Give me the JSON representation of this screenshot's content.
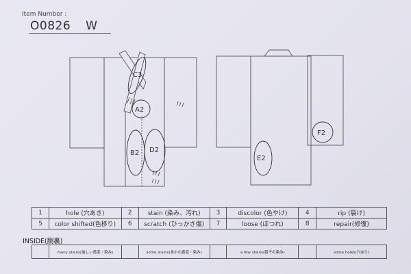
{
  "header": {
    "item_number_label": "Item Number :",
    "item_code": "O0826",
    "item_suffix": "W"
  },
  "annotations": {
    "front": [
      "C3",
      "A2",
      "B2",
      "D2"
    ],
    "back": [
      "E2",
      "F2"
    ]
  },
  "legend": [
    {
      "num": "1",
      "label": "hole (穴あき)"
    },
    {
      "num": "2",
      "label": "stain (染み、汚れ)"
    },
    {
      "num": "3",
      "label": "discolor (色やけ)"
    },
    {
      "num": "4",
      "label": "rip (裂け)"
    },
    {
      "num": "5",
      "label": "color shifted(色移り)"
    },
    {
      "num": "6",
      "label": "scratch (ひっかき傷)"
    },
    {
      "num": "7",
      "label": "loose (ほつれ)"
    },
    {
      "num": "8",
      "label": "repair(修復)"
    }
  ],
  "inside": {
    "title": "INSIDE(胴裏)",
    "options": [
      "many stains(激しい黄変・染み)",
      "some stains(多小の黄変・染み)",
      "a few stains(若干の染み)",
      "some holes(穴あり)"
    ]
  }
}
